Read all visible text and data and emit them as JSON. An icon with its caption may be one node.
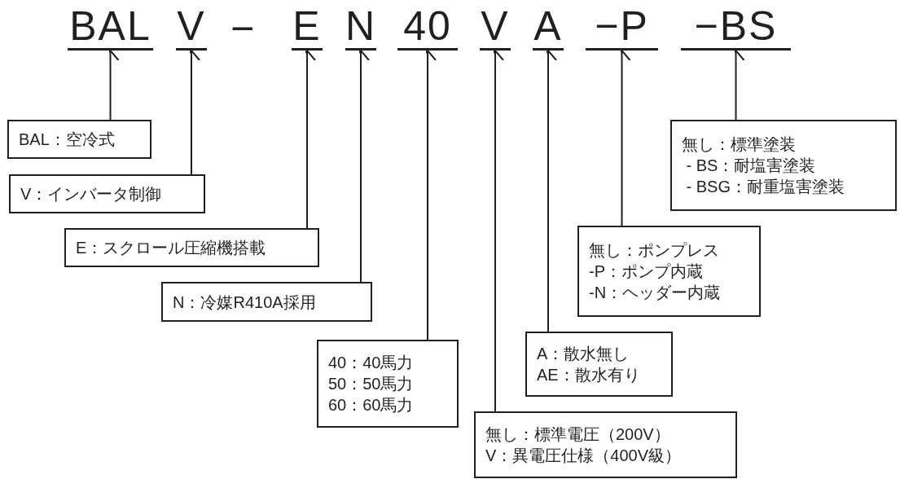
{
  "diagram": {
    "nodes": [
      {
        "text": [
          "BAL"
        ]
      },
      {
        "text": [
          "V"
        ]
      },
      {
        "text": [
          "E"
        ]
      },
      {
        "text": [
          "N"
        ]
      },
      {
        "text": [
          "40"
        ]
      },
      {
        "text": [
          "V"
        ]
      },
      {
        "text": [
          "A"
        ]
      },
      {
        "text": [
          "−P"
        ]
      },
      {
        "text": [
          "−BS"
        ]
      },
      {
        "text": [
          "BAL：空冷式"
        ]
      },
      {
        "text": [
          "V：インバータ制御"
        ]
      },
      {
        "text": [
          "E：スクロール圧縮機搭載"
        ]
      },
      {
        "text": [
          "N：冷媒R410A採用"
        ]
      },
      {
        "text": [
          "40：40馬力",
          "50：50馬力",
          "60：60馬力"
        ]
      },
      {
        "text": [
          "無し：標準電圧（200V）",
          "V：異電圧仕様（400V級）"
        ]
      },
      {
        "text": [
          "A：散水無し",
          "AE：散水有り"
        ]
      },
      {
        "text": [
          "無し：ポンプレス",
          "-P：ポンプ内蔵",
          "-N：ヘッダー内蔵"
        ]
      },
      {
        "text": [
          "無し：標準塗装",
          " - BS：耐塩害塗装",
          " - BSG：耐重塩害塗装"
        ]
      }
    ],
    "edges": [
      {
        "from": 9,
        "to": 0,
        "arrow": "to"
      },
      {
        "from": 10,
        "to": 1,
        "arrow": "to"
      },
      {
        "from": 11,
        "to": 2,
        "arrow": "to"
      },
      {
        "from": 12,
        "to": 3,
        "arrow": "to"
      },
      {
        "from": 13,
        "to": 4,
        "arrow": "to"
      },
      {
        "from": 14,
        "to": 5,
        "arrow": "to"
      },
      {
        "from": 15,
        "to": 6,
        "arrow": "to"
      },
      {
        "from": 16,
        "to": 7,
        "arrow": "to"
      },
      {
        "from": 17,
        "to": 8,
        "arrow": "to"
      }
    ],
    "labels": [
      "−"
    ]
  }
}
